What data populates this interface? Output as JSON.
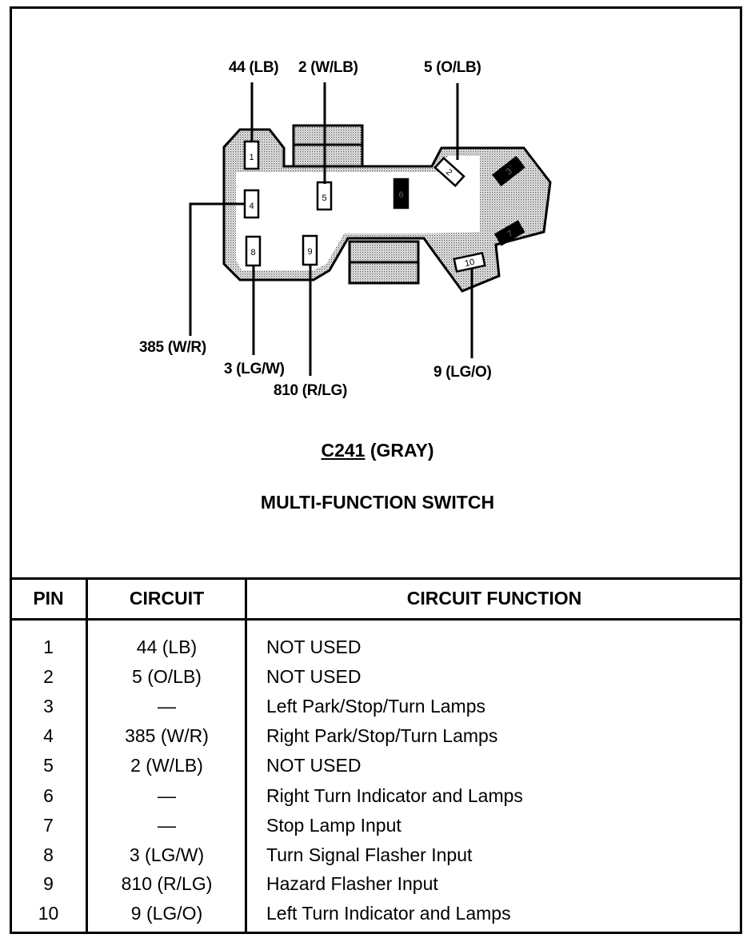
{
  "diagram": {
    "pin_numbers": [
      "1",
      "4",
      "5",
      "6",
      "2",
      "3",
      "7",
      "8",
      "9",
      "10"
    ],
    "wire_labels": {
      "w44": "44 (LB)",
      "w2": "2 (W/LB)",
      "w5": "5 (O/LB)",
      "w385": "385 (W/R)",
      "w3": "3 (LG/W)",
      "w810": "810 (R/LG)",
      "w9": "9 (LG/O)"
    },
    "connector_id": "C241",
    "connector_color": "(GRAY)",
    "component_name": "MULTI-FUNCTION SWITCH"
  },
  "table": {
    "headers": {
      "pin": "PIN",
      "circuit": "CIRCUIT",
      "function": "CIRCUIT FUNCTION"
    },
    "rows": [
      {
        "pin": "1",
        "circuit": "44 (LB)",
        "function": "NOT USED"
      },
      {
        "pin": "2",
        "circuit": "5 (O/LB)",
        "function": "NOT USED"
      },
      {
        "pin": "3",
        "circuit": "—",
        "function": "Left Park/Stop/Turn Lamps"
      },
      {
        "pin": "4",
        "circuit": "385 (W/R)",
        "function": "Right Park/Stop/Turn Lamps"
      },
      {
        "pin": "5",
        "circuit": "2 (W/LB)",
        "function": "NOT USED"
      },
      {
        "pin": "6",
        "circuit": "—",
        "function": "Right Turn Indicator and Lamps"
      },
      {
        "pin": "7",
        "circuit": "—",
        "function": "Stop Lamp Input"
      },
      {
        "pin": "8",
        "circuit": "3 (LG/W)",
        "function": "Turn Signal Flasher Input"
      },
      {
        "pin": "9",
        "circuit": "810 (R/LG)",
        "function": "Hazard Flasher Input"
      },
      {
        "pin": "10",
        "circuit": "9 (LG/O)",
        "function": "Left Turn Indicator and Lamps"
      }
    ]
  }
}
